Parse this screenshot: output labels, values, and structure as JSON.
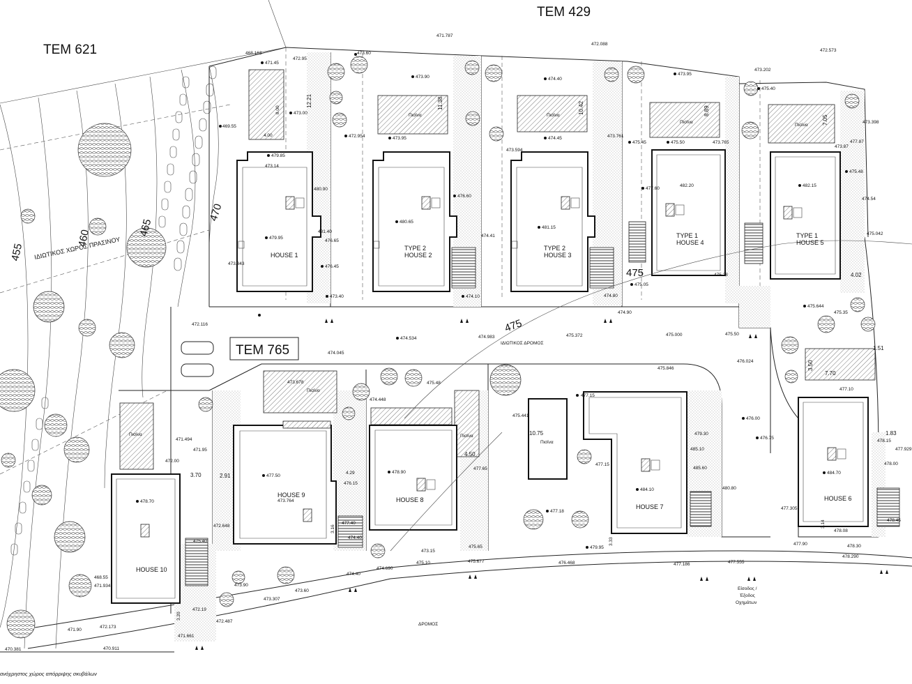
{
  "lots": {
    "tem621": "TEM 621",
    "tem429": "TEM 429",
    "tem765": "TEM 765"
  },
  "houses": {
    "h1": "HOUSE 1",
    "h2a": "TYPE 2",
    "h2b": "HOUSE 2",
    "h3a": "TYPE 2",
    "h3b": "HOUSE 3",
    "h4a": "TYPE 1",
    "h4b": "HOUSE 4",
    "h5a": "TYPE 1",
    "h5b": "HOUSE 5",
    "h6": "HOUSE 6",
    "h7": "HOUSE 7",
    "h8": "HOUSE 8",
    "h9": "HOUSE 9",
    "h10": "HOUSE 10"
  },
  "pool_label": "Πισίνα",
  "areas": {
    "green": "ΙΔΙΩΤΙΚΟΣ ΧΩΡΟΣ ΠΡΑΣΙΝΟΥ",
    "private_road": "ΙΔΙΩΤΙΚΟΣ ΔΡΟΜΟΣ",
    "road": "ΔΡΟΜΟΣ",
    "entrance1": "Είσοδος /",
    "entrance2": "Έξοδος",
    "entrance3": "Οχημάτων",
    "footnote": "ανόχρηστος χώρος απόρριψης σκυβάλων"
  },
  "contours": [
    "455",
    "460",
    "465",
    "470",
    "475",
    "475"
  ],
  "dimensions": [
    "12.21",
    "11.38",
    "10.42",
    "8.89",
    "7.05",
    "8.00",
    "4.00",
    "10.75",
    "4.50",
    "7.70",
    "3.50",
    "3.70",
    "2.91",
    "4.29",
    "3.16",
    "3.33",
    "3.14",
    "4.02",
    "1.83",
    "1.51",
    "3.20"
  ],
  "levels": {
    "l1": "468.163",
    "l2": "471.45",
    "l3": "472.95",
    "l4": "473.60",
    "l5": "471.787",
    "l6": "472.088",
    "l7": "473.202",
    "l8": "472.573",
    "l9": "473.398",
    "l10": "473.90",
    "l11": "474.40",
    "l12": "473.95",
    "l13": "475.40",
    "l14": "469.55",
    "l15": "473.00",
    "l16": "479.85",
    "l17": "473.14",
    "l18": "480.90",
    "l19": "479.95",
    "l20": "481.40",
    "l21": "476.65",
    "l22": "476.45",
    "l23": "473.343",
    "l24": "473.40",
    "l25": "472.954",
    "l26": "473.95",
    "l27": "480.65",
    "l28": "476.60",
    "l29": "473.594",
    "l30": "474.45",
    "l31": "481.15",
    "l32": "474.41",
    "l33": "474.10",
    "l34": "473.761",
    "l35": "475.45",
    "l36": "475.50",
    "l37": "473.765",
    "l38": "477.60",
    "l39": "482.20",
    "l40": "475.05",
    "l41": "475.28",
    "l42": "482.15",
    "l43": "473.87",
    "l44": "475.48",
    "l45": "474.54",
    "l46": "475.042",
    "l47": "475.644",
    "l48": "475.35",
    "l49": "472.116",
    "l50": "474.534",
    "l51": "474.983",
    "l52": "475.372",
    "l53": "475.000",
    "l54": "474.045",
    "l55": "474.80",
    "l56": "474.90",
    "l57": "476.024",
    "l58": "475.846",
    "l59": "473.678",
    "l60": "474.448",
    "l61": "477.15",
    "l62": "476.00",
    "l63": "476.75",
    "l64": "477.10",
    "l65": "478.15",
    "l66": "477.929",
    "l67": "478.00",
    "l68": "471.494",
    "l69": "471.95",
    "l70": "472.00",
    "l71": "478.70",
    "l72": "477.50",
    "l73": "473.764",
    "l74": "476.15",
    "l75": "478.90",
    "l76": "477.65",
    "l77": "475.441",
    "l78": "479.30",
    "l79": "485.10",
    "l80": "485.60",
    "l81": "484.10",
    "l82": "484.70",
    "l83": "480.80",
    "l84": "477.18",
    "l85": "477.305",
    "l86": "472.648",
    "l87": "475.40",
    "l88": "477.40",
    "l89": "474.40",
    "l90": "474.690",
    "l91": "475.677",
    "l92": "476.468",
    "l93": "477.186",
    "l94": "477.555",
    "l95": "478.290",
    "l96": "478.45",
    "l97": "477.90",
    "l98": "478.08",
    "l99": "478.30",
    "l100": "468.55",
    "l101": "471.934",
    "l102": "472.19",
    "l103": "472.487",
    "l104": "473.307",
    "l105": "471.90",
    "l106": "472.173",
    "l107": "471.661",
    "l108": "470.381",
    "l109": "470.911",
    "l110": "473.60",
    "l111": "475.10",
    "l112": "475.65",
    "l113": "479.95",
    "l114": "477.15",
    "l115": "475.50",
    "l116": "473.15",
    "l117": "474.40",
    "l118": "473.90",
    "l119": "475.48",
    "l120": "477.87"
  }
}
